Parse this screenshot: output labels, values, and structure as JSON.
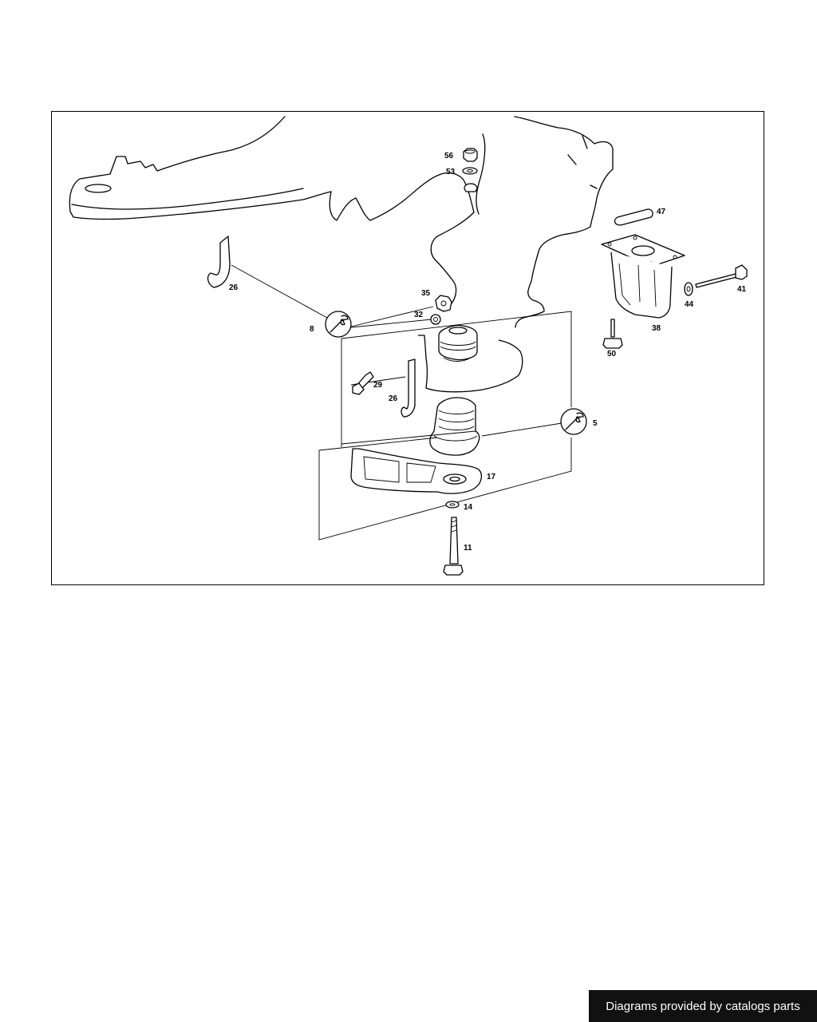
{
  "diagram": {
    "callouts": {
      "c56": "56",
      "c53": "53",
      "c47": "47",
      "c26a": "26",
      "c41": "41",
      "c35": "35",
      "c44": "44",
      "c8": "8",
      "c32": "32",
      "c38": "38",
      "c50": "50",
      "c29": "29",
      "c26b": "26",
      "c5": "5",
      "c17": "17",
      "c14": "14",
      "c11": "11"
    }
  },
  "footer": {
    "text": "Diagrams provided by catalogs parts"
  }
}
